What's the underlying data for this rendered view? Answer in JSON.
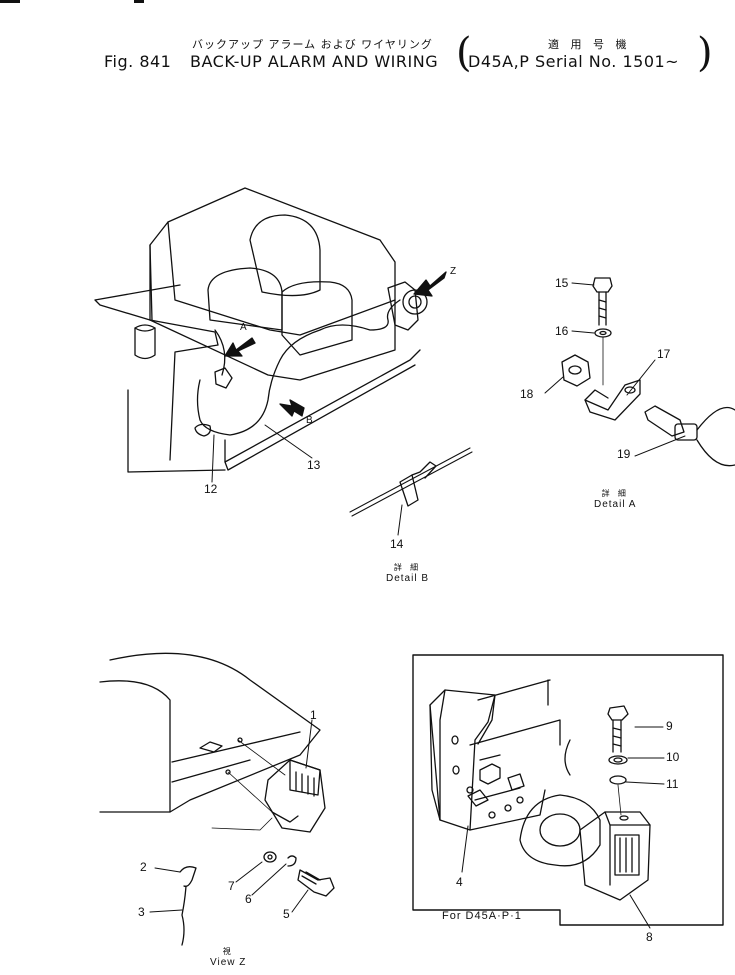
{
  "header": {
    "jp_title": "バックアップ アラーム および ワイヤリング",
    "jp_applicability": "適 用 号 機",
    "fig_number": "Fig. 841",
    "title": "BACK-UP ALARM AND WIRING",
    "applicability": "D45A,P  Serial No. 1501~"
  },
  "views": {
    "detail_a": {
      "jp": "詳 細",
      "label": "Detail A"
    },
    "detail_b": {
      "jp": "詳 細",
      "label": "Detail B"
    },
    "view_z": {
      "jp": "視",
      "label": "View Z"
    },
    "inset_caption": "For D45A·P·1"
  },
  "arrows": {
    "z": "Z",
    "a": "A",
    "b": "B"
  },
  "callouts": [
    "1",
    "2",
    "3",
    "4",
    "5",
    "6",
    "7",
    "8",
    "9",
    "10",
    "11",
    "12",
    "13",
    "14",
    "15",
    "16",
    "17",
    "18",
    "19"
  ]
}
